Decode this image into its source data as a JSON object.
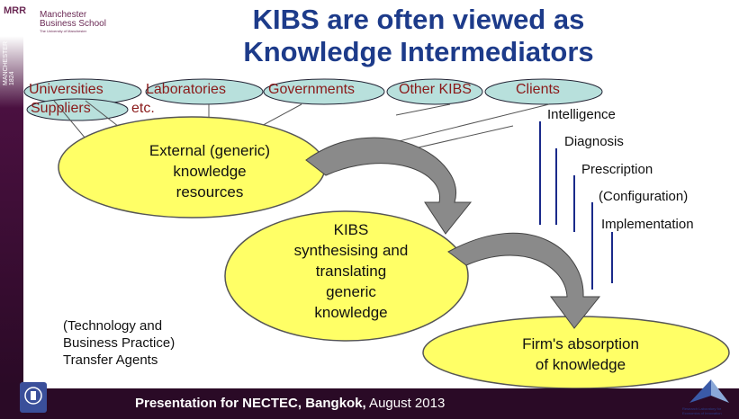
{
  "header": {
    "logo_mark": "MRR",
    "logo_text_line1": "Manchester",
    "logo_text_line2": "Business School",
    "logo_subtext": "The University of Manchester",
    "side_label": "MANCHESTER 1824",
    "title_line1": "KIBS are often viewed as",
    "title_line2": "Knowledge Intermediators"
  },
  "sources": {
    "items": [
      "Universities",
      "Laboratories",
      "Governments",
      "Other KIBS",
      "Clients"
    ],
    "second_row": [
      "Suppliers",
      "etc."
    ]
  },
  "nodes": {
    "external_l1": "External (generic)",
    "external_l2": "knowledge",
    "external_l3": "resources",
    "kibs_l1": "KIBS",
    "kibs_l2": "synthesising and",
    "kibs_l3": "translating",
    "kibs_l4": "generic",
    "kibs_l5": "knowledge",
    "firm_l1": "Firm's absorption",
    "firm_l2": "of knowledge"
  },
  "services": [
    "Intelligence",
    "Diagnosis",
    "Prescription",
    "(Configuration)",
    "Implementation"
  ],
  "transfer_note": {
    "line1": "(Technology and",
    "line2": "Business Practice)",
    "line3": "Transfer Agents"
  },
  "footer": {
    "bold_part": "Presentation for NECTEC, Bangkok,",
    "regular_part": " August 2013",
    "right_logo_text_line1": "Research Laboratory for",
    "right_logo_text_line2": "Economics of Innovation"
  },
  "colors": {
    "title": "#1d3b8a",
    "ellipse_fill": "#ffff66",
    "pill_fill": "#b8e0dc",
    "pill_text": "#8a1a1a",
    "footer_bg": "#2a0a26",
    "line_blue": "#1a2a8a"
  }
}
